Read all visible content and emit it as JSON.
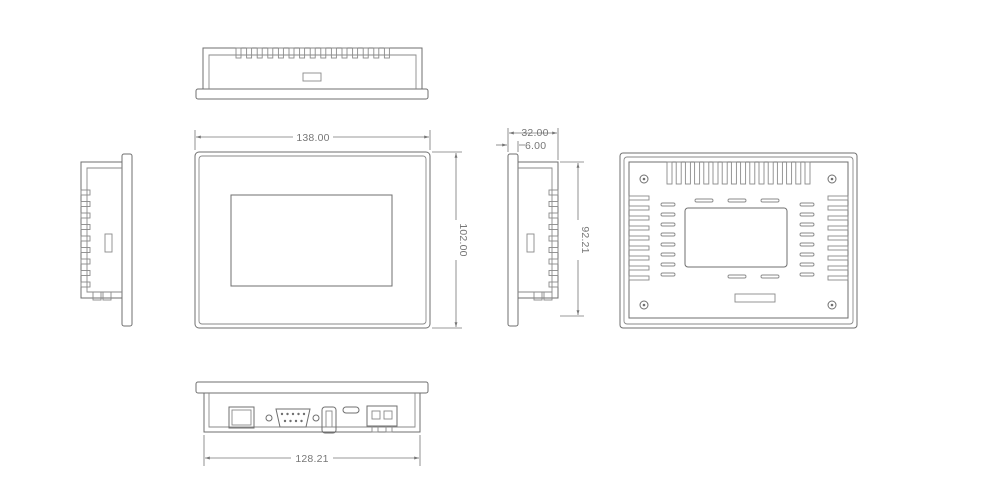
{
  "dimensions": {
    "width": "138.00",
    "height": "102.00",
    "depth": "32.00",
    "flange": "6.00",
    "inner_height": "92.21",
    "bottom_width": "128.21"
  }
}
